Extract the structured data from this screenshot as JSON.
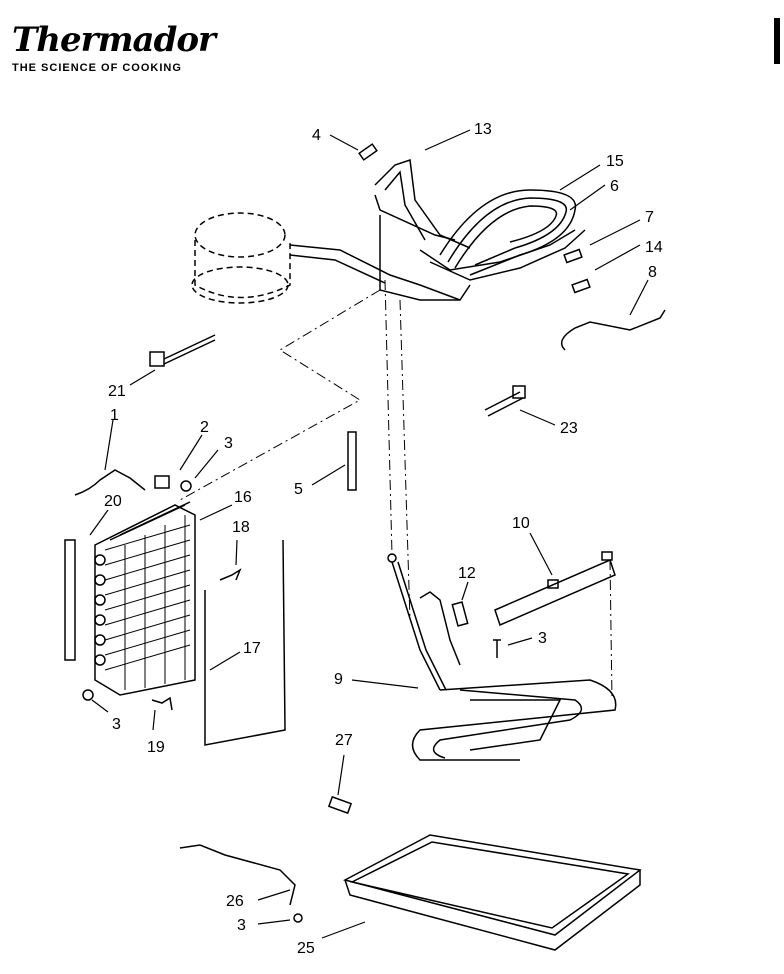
{
  "brand": {
    "name": "Thermador",
    "tagline": "THE SCIENCE OF COOKING"
  },
  "callouts": [
    {
      "id": "c4",
      "text": "4"
    },
    {
      "id": "c13",
      "text": "13"
    },
    {
      "id": "c15",
      "text": "15"
    },
    {
      "id": "c6",
      "text": "6"
    },
    {
      "id": "c7",
      "text": "7"
    },
    {
      "id": "c14",
      "text": "14"
    },
    {
      "id": "c8",
      "text": "8"
    },
    {
      "id": "c21",
      "text": "21"
    },
    {
      "id": "c1",
      "text": "1"
    },
    {
      "id": "c2",
      "text": "2"
    },
    {
      "id": "c3a",
      "text": "3"
    },
    {
      "id": "c23",
      "text": "23"
    },
    {
      "id": "c20",
      "text": "20"
    },
    {
      "id": "c16",
      "text": "16"
    },
    {
      "id": "c5",
      "text": "5"
    },
    {
      "id": "c18",
      "text": "18"
    },
    {
      "id": "c10",
      "text": "10"
    },
    {
      "id": "c12",
      "text": "12"
    },
    {
      "id": "c3b",
      "text": "3"
    },
    {
      "id": "c17",
      "text": "17"
    },
    {
      "id": "c9",
      "text": "9"
    },
    {
      "id": "c3c",
      "text": "3"
    },
    {
      "id": "c19",
      "text": "19"
    },
    {
      "id": "c27",
      "text": "27"
    },
    {
      "id": "c26",
      "text": "26"
    },
    {
      "id": "c3d",
      "text": "3"
    },
    {
      "id": "c25",
      "text": "25"
    }
  ]
}
